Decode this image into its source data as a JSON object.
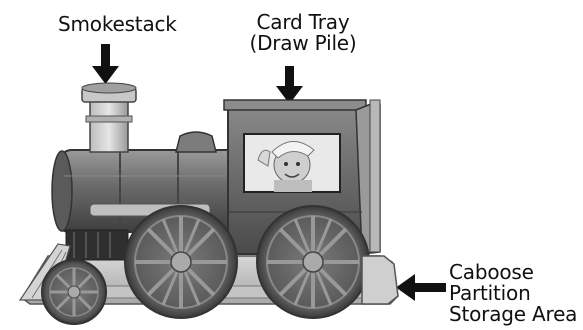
{
  "labels": {
    "smokestack": "Smokestack",
    "card_tray_line1": "Card Tray",
    "card_tray_line2": "(Draw Pile)",
    "caboose_line1": "Caboose",
    "caboose_line2": "Partition",
    "caboose_line3": "Storage Area"
  }
}
